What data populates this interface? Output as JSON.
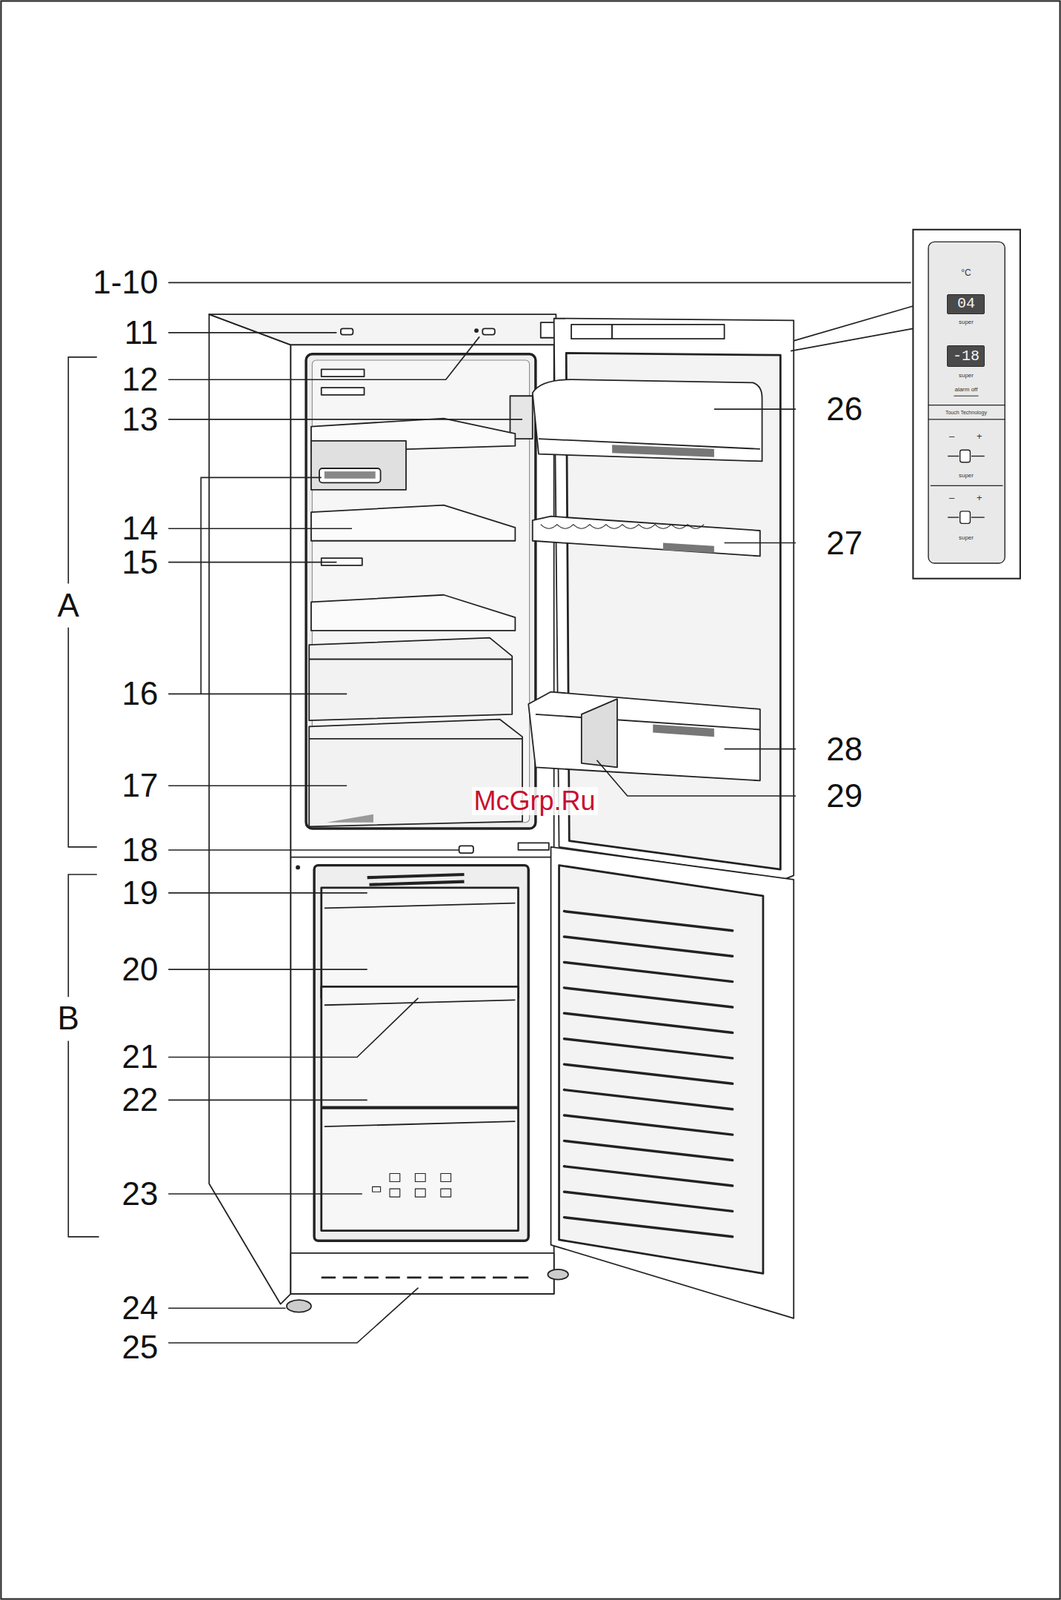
{
  "diagram": {
    "nodes": [
      {
        "text": [
          "04"
        ]
      },
      {
        "text": [
          "-18"
        ]
      }
    ],
    "labels": [
      "1-10",
      "11",
      "12",
      "13",
      "14",
      "15",
      "A",
      "16",
      "17",
      "18",
      "19",
      "20",
      "21",
      "22",
      "23",
      "B",
      "24",
      "25",
      "26",
      "27",
      "28",
      "29",
      "McGrp.Ru",
      "°C",
      "super",
      "super",
      "alarm off",
      "Touch Technology",
      "–",
      "+",
      "super",
      "–",
      "+",
      "super"
    ]
  }
}
